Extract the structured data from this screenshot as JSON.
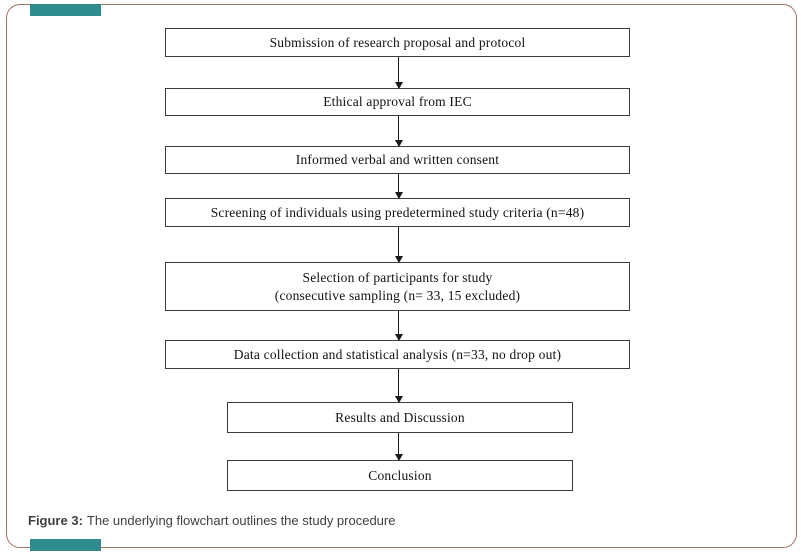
{
  "figure": {
    "caption_label": "Figure 3:",
    "caption_text": "The underlying flowchart outlines the study procedure"
  },
  "flowchart": {
    "nodes": [
      {
        "id": "submission",
        "lines": [
          "Submission of research proposal and protocol"
        ]
      },
      {
        "id": "ethical-approval",
        "lines": [
          "Ethical approval from IEC"
        ]
      },
      {
        "id": "consent",
        "lines": [
          "Informed verbal and written consent"
        ]
      },
      {
        "id": "screening",
        "lines": [
          "Screening of individuals using predetermined study criteria (n=48)"
        ]
      },
      {
        "id": "selection",
        "lines": [
          "Selection of participants for study",
          "(consecutive sampling (n= 33, 15 excluded)"
        ]
      },
      {
        "id": "data-collection",
        "lines": [
          "Data collection and statistical analysis (n=33, no drop out)"
        ]
      },
      {
        "id": "results",
        "lines": [
          "Results and Discussion"
        ]
      },
      {
        "id": "conclusion",
        "lines": [
          "Conclusion"
        ]
      }
    ]
  },
  "colors": {
    "background": "#ffffff",
    "frame_border": "#9c7267",
    "box_border": "#3c3c3c",
    "text": "#111111",
    "caption_text": "#3f3f3f",
    "accent_teal": "#2f8b8c"
  }
}
